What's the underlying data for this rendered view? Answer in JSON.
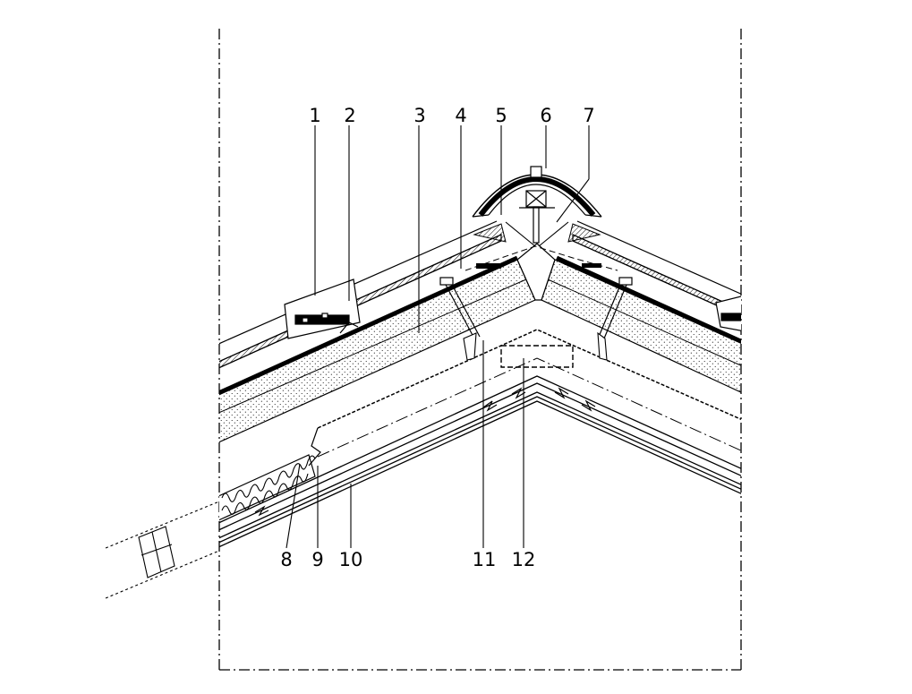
{
  "diagram": {
    "callouts_top": [
      "1",
      "2",
      "3",
      "4",
      "5",
      "6",
      "7"
    ],
    "callouts_bottom": [
      "8",
      "9",
      "10",
      "11",
      "12"
    ]
  },
  "colors": {
    "ink": "#000000",
    "background": "#ffffff"
  }
}
